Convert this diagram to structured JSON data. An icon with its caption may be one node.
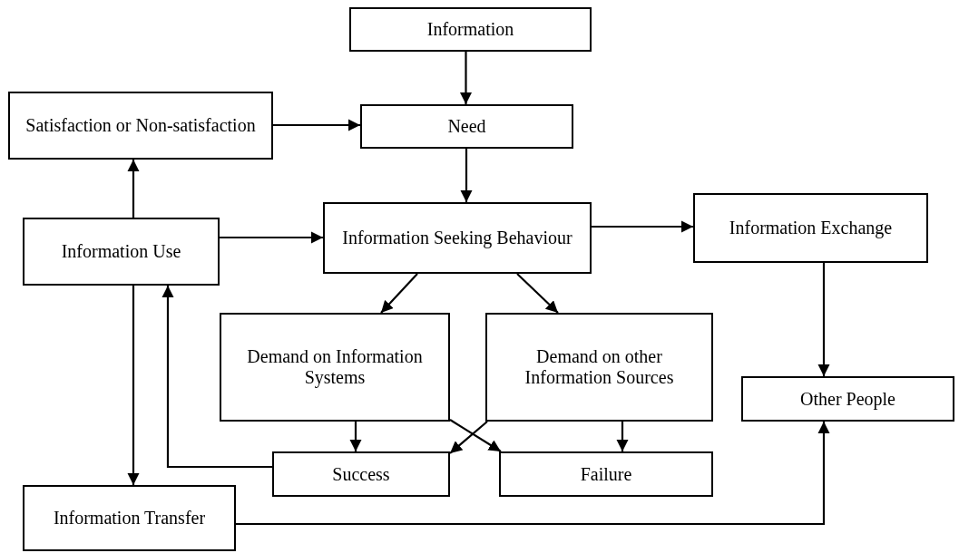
{
  "diagram": {
    "nodes": [
      {
        "text": [
          "Information"
        ]
      },
      {
        "text": [
          "Need"
        ]
      },
      {
        "text": [
          "Satisfaction or Non-satisfaction"
        ]
      },
      {
        "text": [
          "Information Seeking Behaviour"
        ]
      },
      {
        "text": [
          "Information Exchange"
        ]
      },
      {
        "text": [
          "Information Use"
        ]
      },
      {
        "text": [
          "Demand on Information Systems"
        ]
      },
      {
        "text": [
          "Demand on other Information Sources"
        ]
      },
      {
        "text": [
          "Other People"
        ]
      },
      {
        "text": [
          "Success"
        ]
      },
      {
        "text": [
          "Failure"
        ]
      },
      {
        "text": [
          "Information Transfer"
        ]
      }
    ],
    "edges": [
      {
        "from": 0,
        "to": 1,
        "arrow": "to"
      },
      {
        "from": 2,
        "to": 1,
        "arrow": "to"
      },
      {
        "from": 1,
        "to": 3,
        "arrow": "to"
      },
      {
        "from": 5,
        "to": 3,
        "arrow": "to"
      },
      {
        "from": 3,
        "to": 4,
        "arrow": "to"
      },
      {
        "from": 5,
        "to": 2,
        "arrow": "to"
      },
      {
        "from": 3,
        "to": 6,
        "arrow": "to"
      },
      {
        "from": 3,
        "to": 7,
        "arrow": "to"
      },
      {
        "from": 4,
        "to": 8,
        "arrow": "to"
      },
      {
        "from": 6,
        "to": 9,
        "arrow": "to"
      },
      {
        "from": 6,
        "to": 10,
        "arrow": "to"
      },
      {
        "from": 7,
        "to": 9,
        "arrow": "to"
      },
      {
        "from": 7,
        "to": 10,
        "arrow": "to"
      },
      {
        "from": 9,
        "to": 5,
        "arrow": "to"
      },
      {
        "from": 5,
        "to": 11,
        "arrow": "to"
      },
      {
        "from": 11,
        "to": 8,
        "arrow": "to"
      }
    ]
  }
}
